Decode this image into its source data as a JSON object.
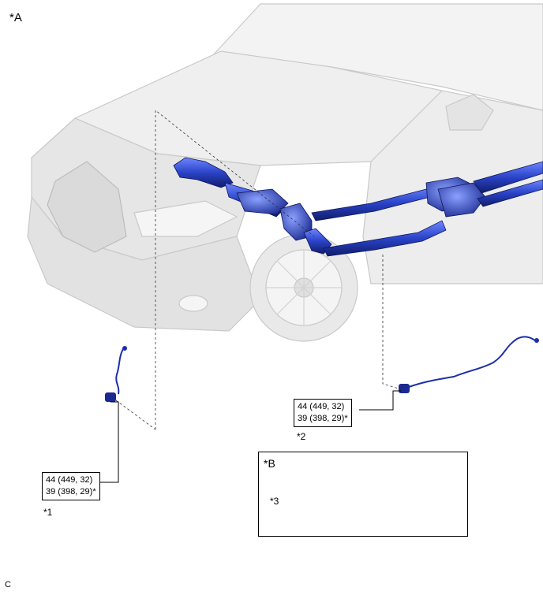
{
  "view_labels": {
    "main": "*A",
    "inset": "*B"
  },
  "callouts": {
    "c1": {
      "id": "*1",
      "line1": "44 (449, 32)",
      "line2": "39 (398, 29)*"
    },
    "c2": {
      "id": "*2",
      "line1": "44 (449, 32)",
      "line2": "39 (398, 29)*"
    },
    "c3": {
      "id": "*3"
    }
  },
  "footer_code": "C",
  "colors": {
    "part_blue": "#2a43c8",
    "part_dark": "#14227a",
    "car_gray": "#e8e8e8",
    "outline": "#bdbdbd"
  }
}
